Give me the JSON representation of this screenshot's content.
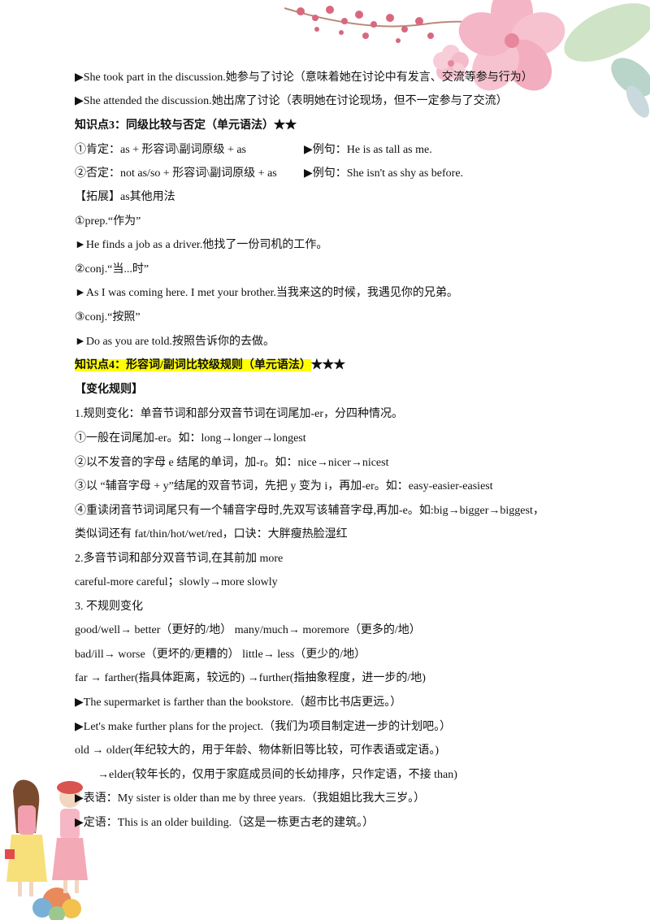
{
  "lines": {
    "l0": "▶She took part in the discussion.她参与了讨论（意味着她在讨论中有发言、交流等参与行为）",
    "l1": "▶She attended the discussion.她出席了讨论（表明她在讨论现场，但不一定参与了交流）",
    "l2": "知识点3：同级比较与否定（单元语法）★★",
    "l3a": "①肯定：as + 形容词\\副词原级 + as",
    "l3b": "▶例句：He is as tall as me.",
    "l4a": "②否定：not as/so + 形容词\\副词原级 + as",
    "l4b": "▶例句：She isn't as shy as before.",
    "l5": "【拓展】as其他用法",
    "l6": "①prep.“作为”",
    "l7": "►He finds a job as a driver.他找了一份司机的工作。",
    "l8": "②conj.“当...时”",
    "l9": "►As I was coming here. I met your brother.当我来这的时候，我遇见你的兄弟。",
    "l10": "③conj.“按照”",
    "l11": "►Do as you are told.按照告诉你的去做。",
    "l12": "知识点4：形容词/副词比较级规则（单元语法）",
    "l12s": "★★★",
    "l13": "【变化规则】",
    "l14": "1.规则变化：单音节词和部分双音节词在词尾加-er，分四种情况。",
    "l15": "①一般在词尾加-er。如：long→longer→longest",
    "l16": "②以不发音的字母 e 结尾的单词，加-r。如：nice→nicer→nicest",
    "l17": "③以 “辅音字母 + y”结尾的双音节词，先把 y 变为 i，再加-er。如：easy-easier-easiest",
    "l18": "④重读闭音节词词尾只有一个辅音字母时,先双写该辅音字母,再加-e。如:big→bigger→biggest，",
    "l19": "类似词还有 fat/thin/hot/wet/red，口诀：大胖瘦热脸湿红",
    "l20": "2.多音节词和部分双音节词,在其前加 more",
    "l21": "careful-more careful；slowly→more slowly",
    "l22": "3.  不规则变化",
    "l23": "good/well→  better（更好的/地）   many/much→  moremore（更多的/地）",
    "l24": "bad/ill→ worse（更坏的/更糟的）  little→    less（更少的/地）",
    "l25": "far  →    farther(指具体距离，较远的) →further(指抽象程度，进一步的/地)",
    "l26": "▶The supermarket is farther than the bookstore.（超市比书店更远。）",
    "l27": "▶Let's make further plans for the project.（我们为项目制定进一步的计划吧。）",
    "l28": "old  →    older(年纪较大的，用于年龄、物体新旧等比较，可作表语或定语。)",
    "l29": "→elder(较年长的，仅用于家庭成员间的长幼排序，只作定语，不接  than)",
    "l30": "▶表语：My sister is older than me by three years.（我姐姐比我大三岁。）",
    "l31": "▶定语：This is an older building.（这是一栋更古老的建筑。）"
  },
  "decor": {
    "top_right": "cherry-blossom-illustration",
    "bottom_left": "two-girls-illustration"
  },
  "colors": {
    "highlight": "#ffff00",
    "petal": "#f4b6c6",
    "berry": "#d9677f",
    "leaf": "#a8c8a0"
  }
}
